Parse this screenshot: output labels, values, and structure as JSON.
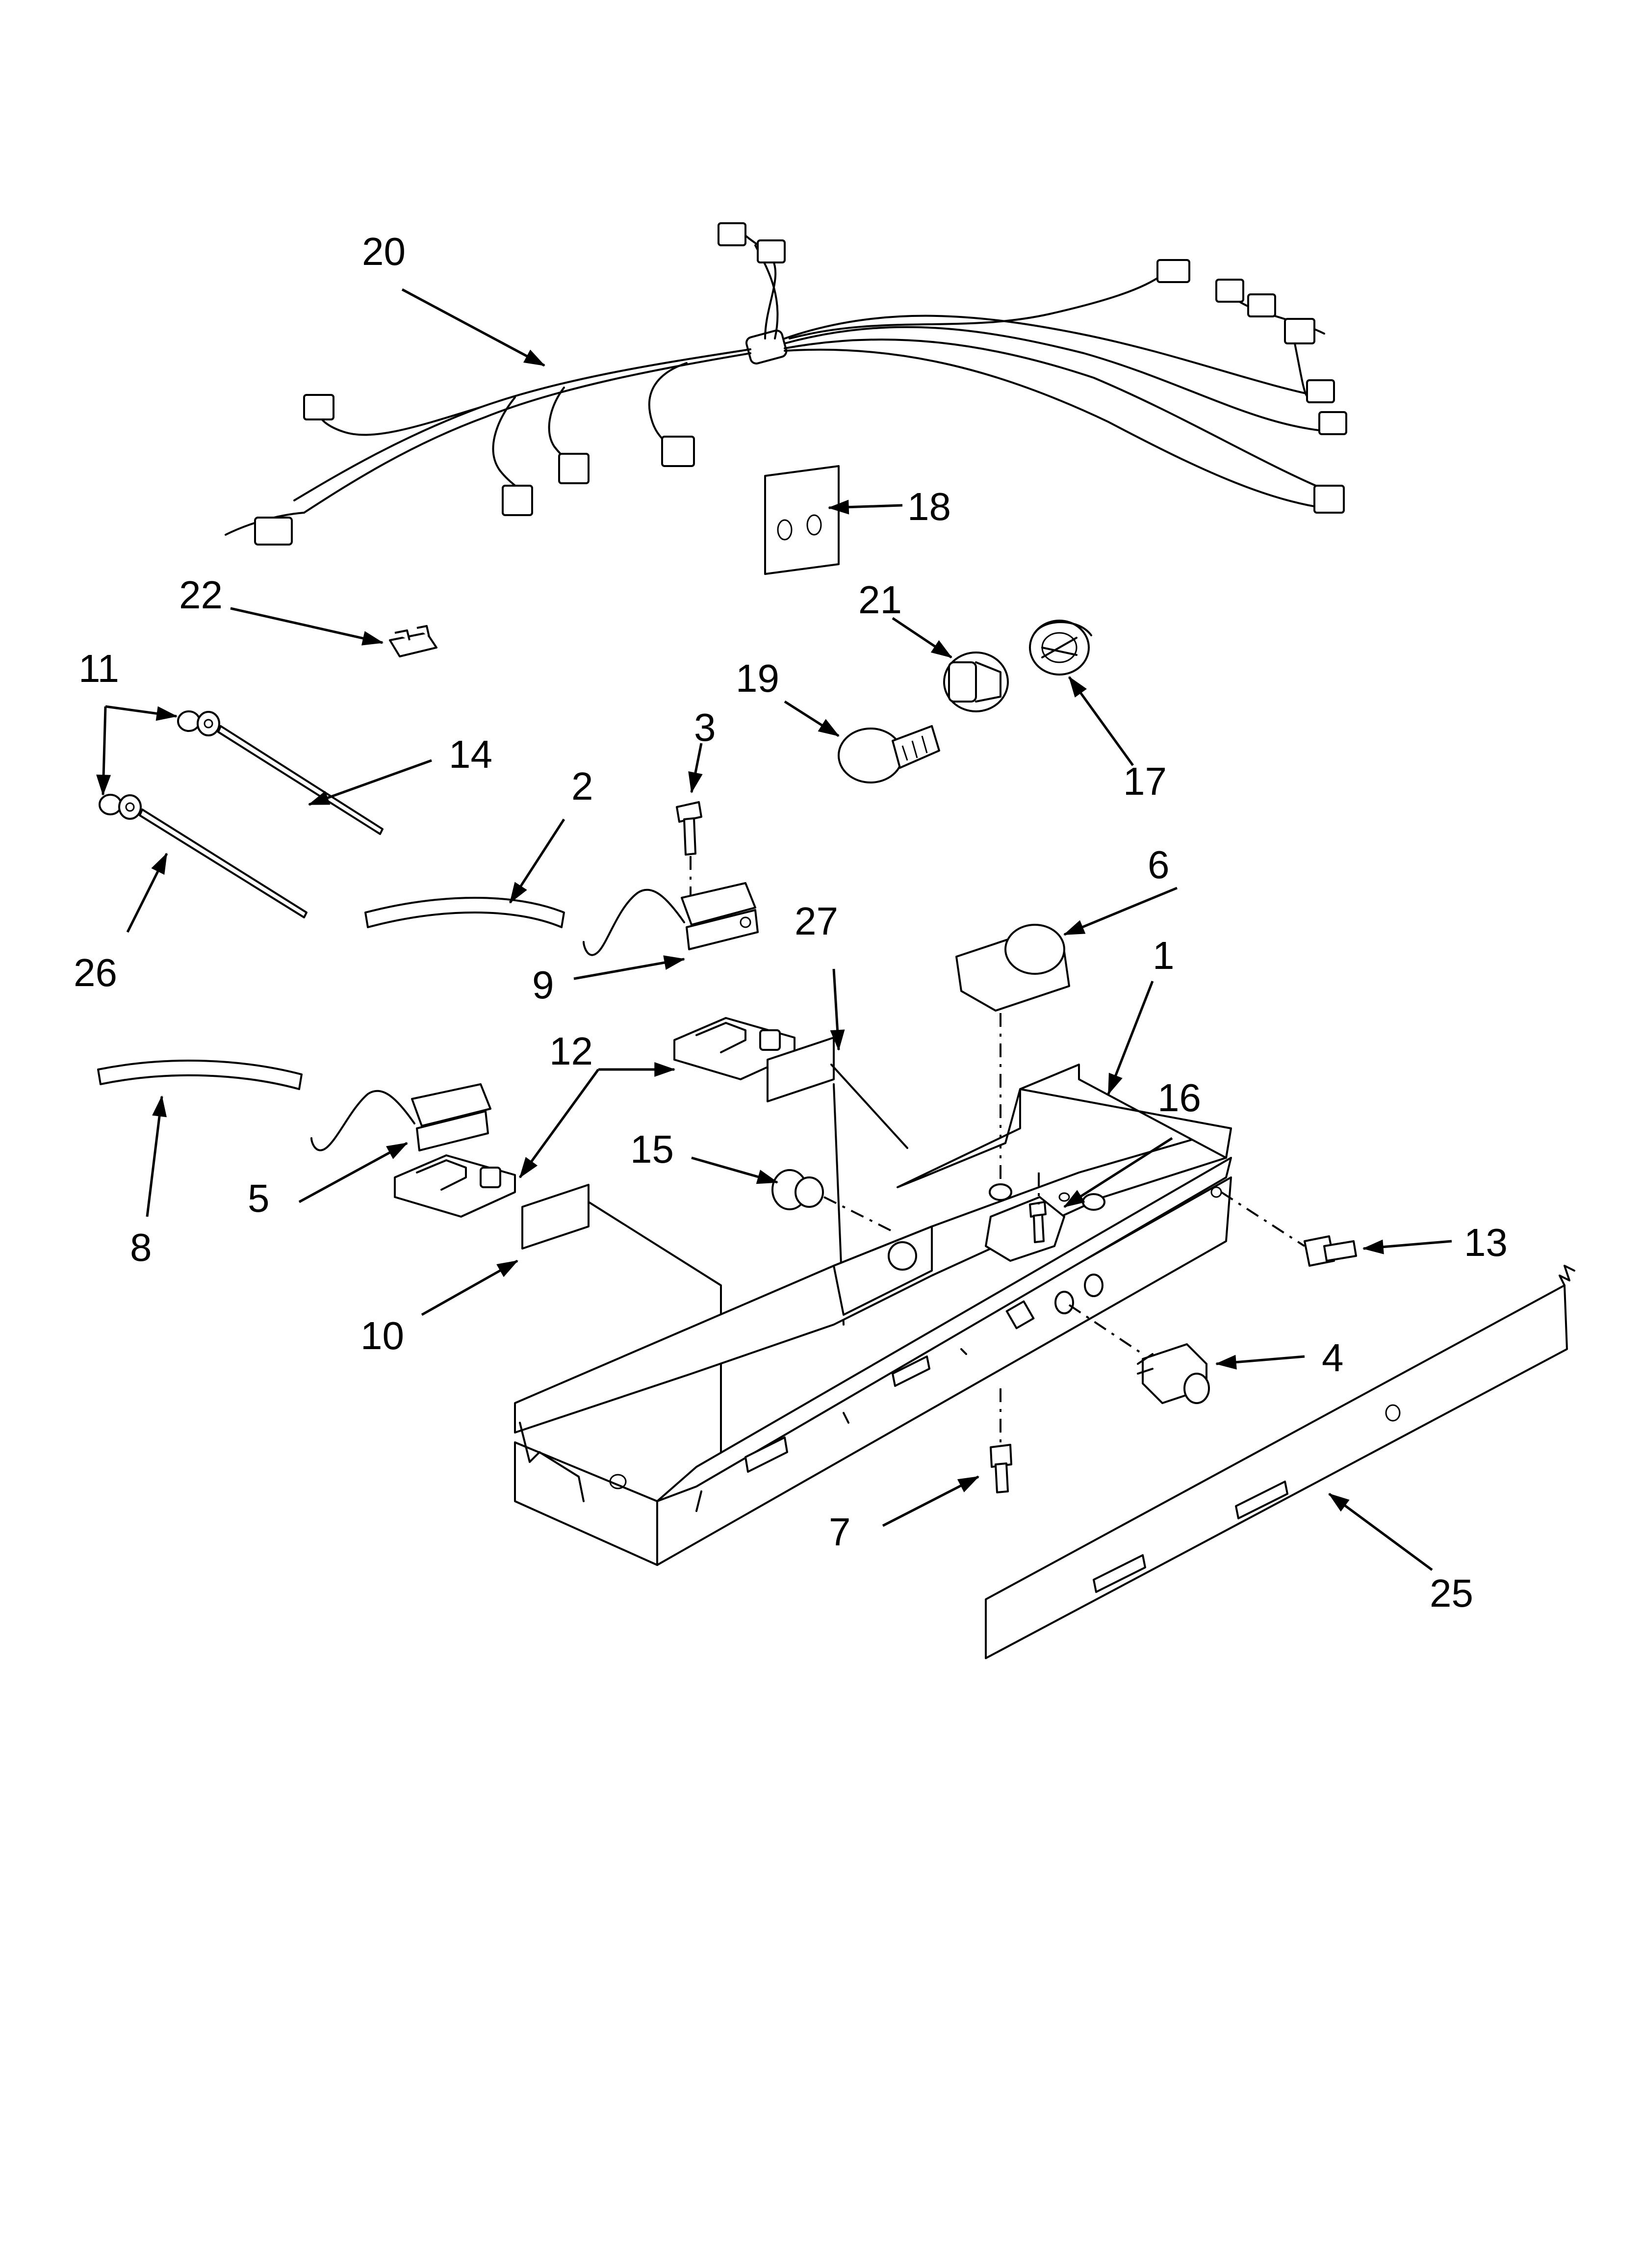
{
  "parts": [
    {
      "id": "1",
      "label": "1"
    },
    {
      "id": "2",
      "label": "2"
    },
    {
      "id": "3",
      "label": "3"
    },
    {
      "id": "4",
      "label": "4"
    },
    {
      "id": "5",
      "label": "5"
    },
    {
      "id": "6",
      "label": "6"
    },
    {
      "id": "7",
      "label": "7"
    },
    {
      "id": "8",
      "label": "8"
    },
    {
      "id": "9",
      "label": "9"
    },
    {
      "id": "10",
      "label": "10"
    },
    {
      "id": "11",
      "label": "11"
    },
    {
      "id": "12",
      "label": "12"
    },
    {
      "id": "13",
      "label": "13"
    },
    {
      "id": "14",
      "label": "14"
    },
    {
      "id": "15",
      "label": "15"
    },
    {
      "id": "16",
      "label": "16"
    },
    {
      "id": "17",
      "label": "17"
    },
    {
      "id": "18",
      "label": "18"
    },
    {
      "id": "19",
      "label": "19"
    },
    {
      "id": "20",
      "label": "20"
    },
    {
      "id": "21",
      "label": "21"
    },
    {
      "id": "22",
      "label": "22"
    },
    {
      "id": "25",
      "label": "25"
    },
    {
      "id": "26",
      "label": "26"
    },
    {
      "id": "27",
      "label": "27"
    }
  ]
}
